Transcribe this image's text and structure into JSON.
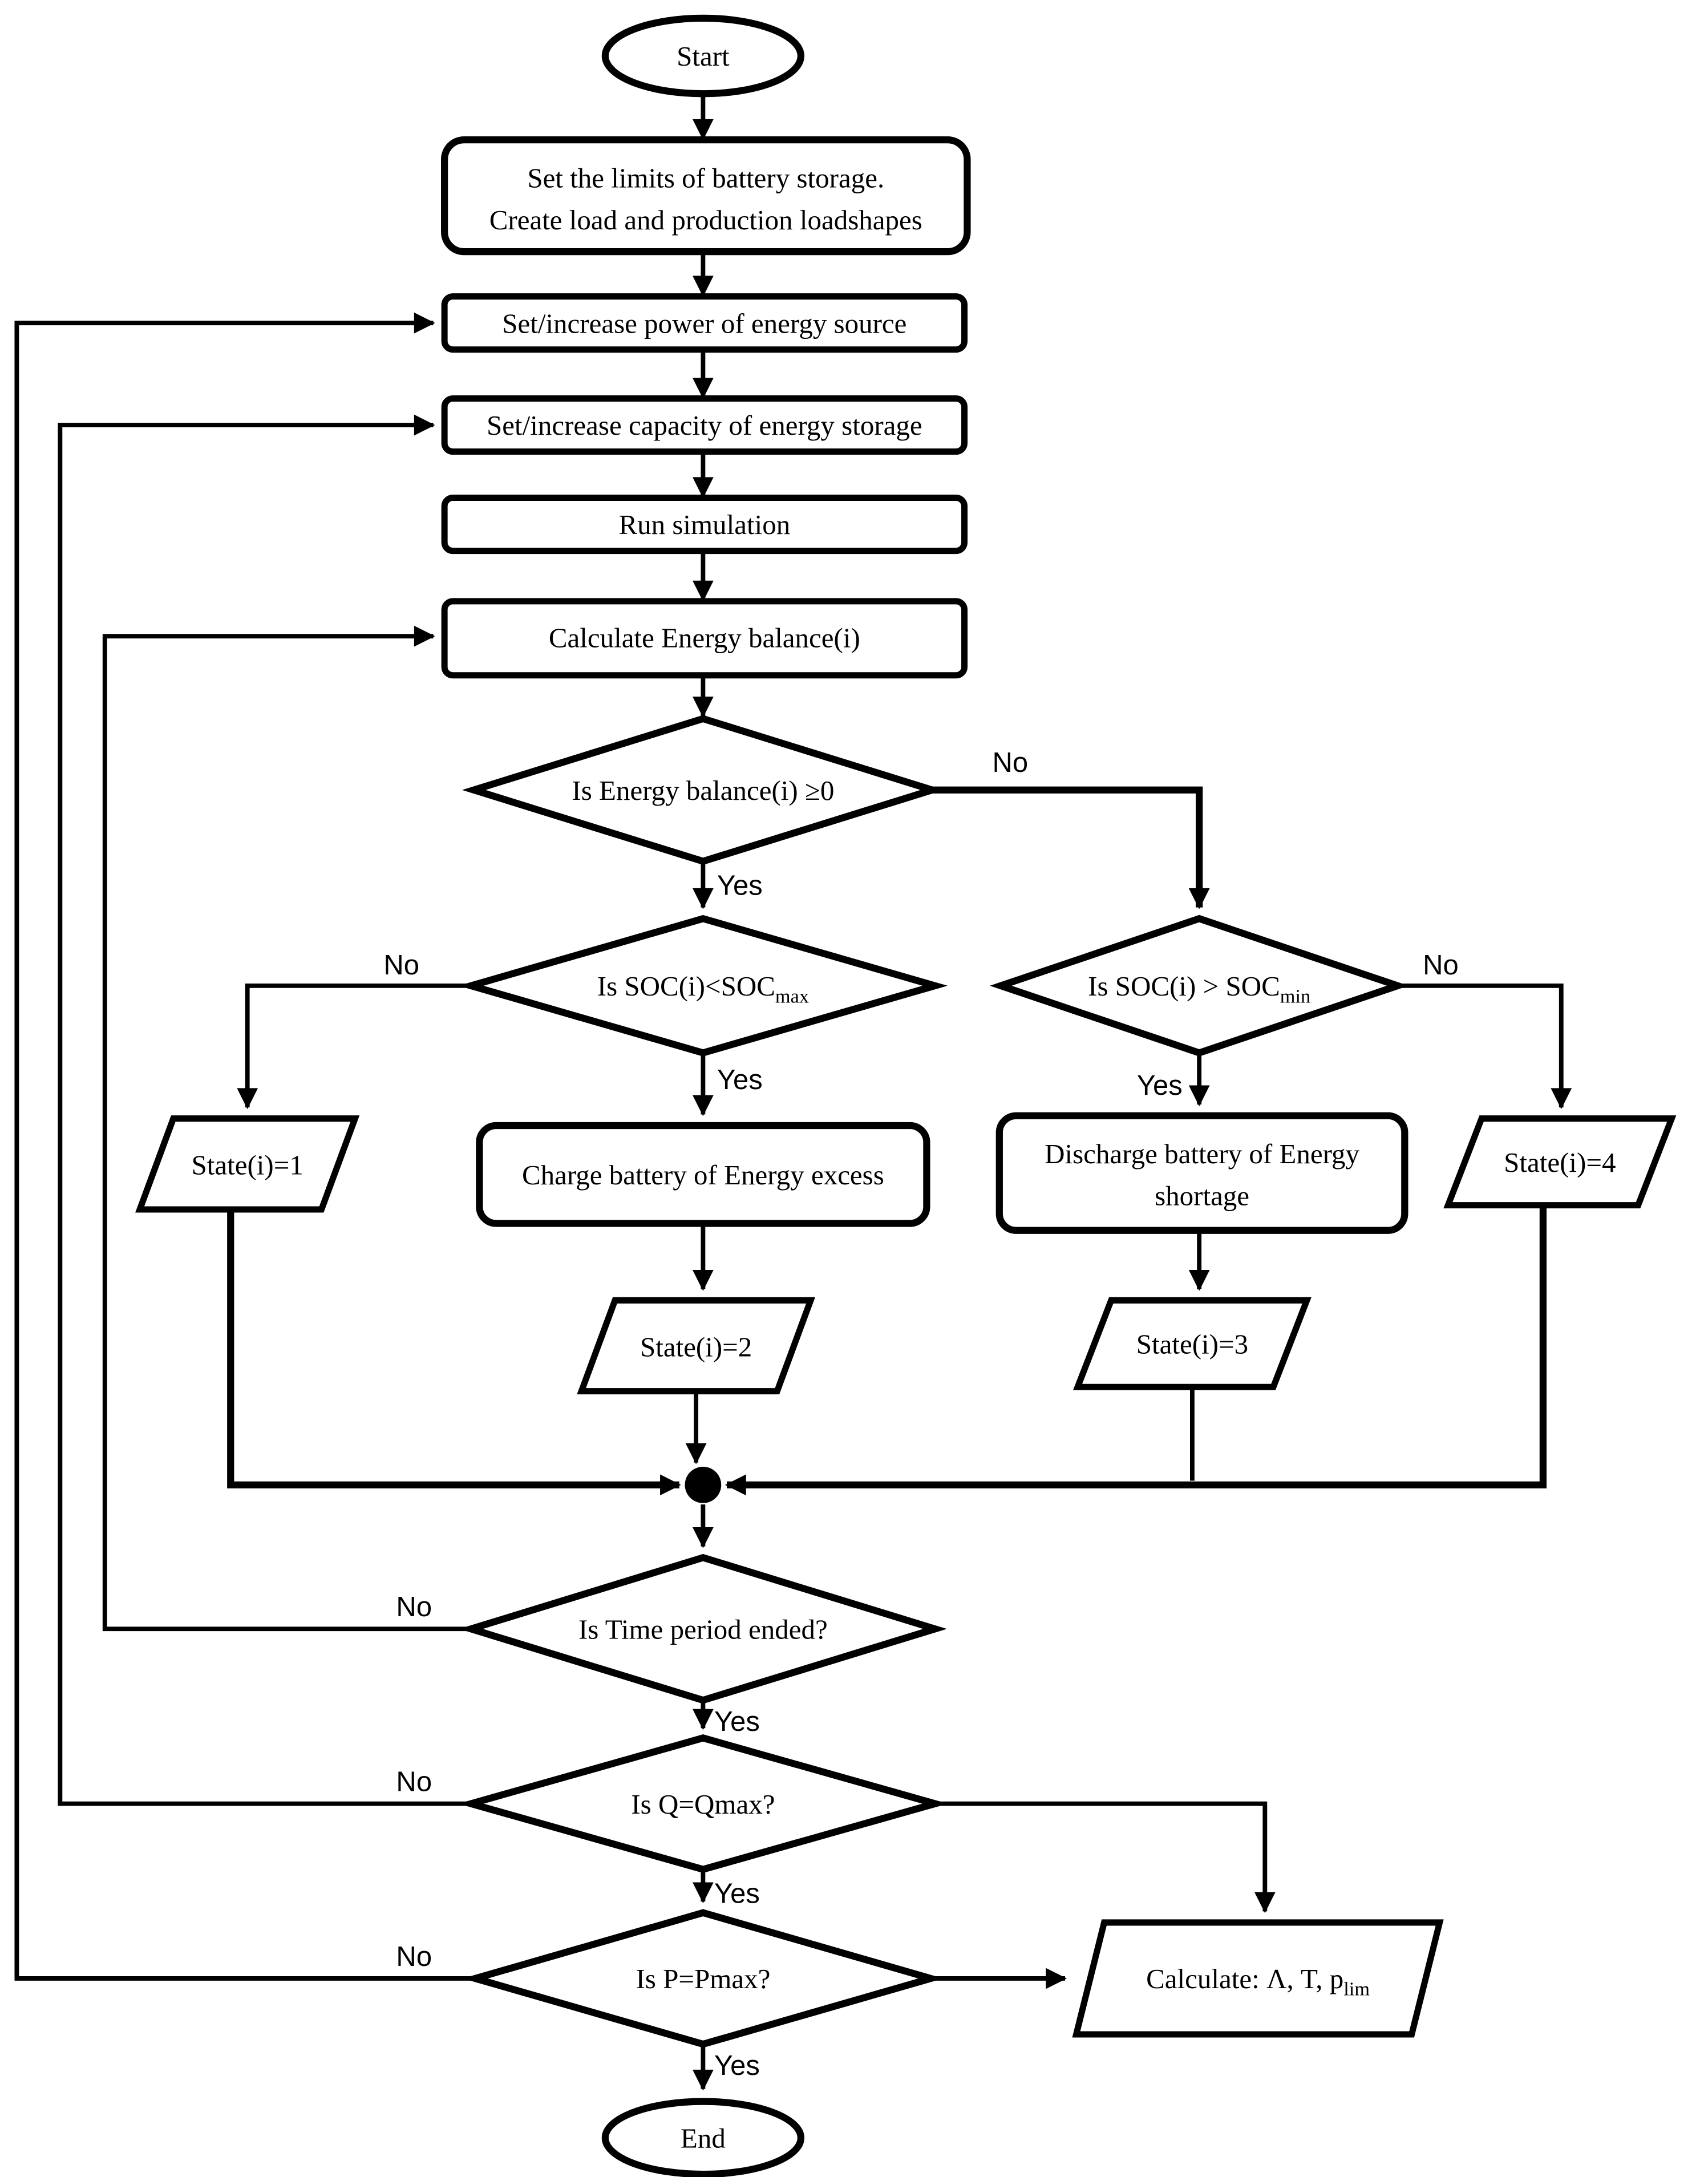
{
  "colors": {
    "stroke": "#000000",
    "background": "#ffffff"
  },
  "labels": {
    "yes": "Yes",
    "no": "No"
  },
  "nodes": {
    "start": {
      "label": "Start"
    },
    "init": {
      "line1": "Set the limits of battery storage.",
      "line2": "Create load and production loadshapes"
    },
    "set_power": {
      "label": "Set/increase power of energy source"
    },
    "set_capacity": {
      "label": "Set/increase capacity of energy storage"
    },
    "run_simulation": {
      "label": "Run simulation"
    },
    "calc_balance": {
      "label": "Calculate Energy balance(i)"
    },
    "d_balance": {
      "label": "Is Energy balance(i) ≥0"
    },
    "d_soc_max": {
      "pre": "Is SOC(i)<SOC",
      "sub": "max"
    },
    "d_soc_min": {
      "pre": "Is SOC(i) > SOC",
      "sub": "min"
    },
    "state1": {
      "label": "State(i)=1"
    },
    "charge": {
      "label": "Charge battery of Energy excess"
    },
    "discharge": {
      "line1": "Discharge battery of Energy",
      "line2": "shortage"
    },
    "state4": {
      "label": "State(i)=4"
    },
    "state2": {
      "label": "State(i)=2"
    },
    "state3": {
      "label": "State(i)=3"
    },
    "d_time": {
      "label": "Is Time period ended?"
    },
    "d_q": {
      "label": "Is Q=Qmax?"
    },
    "d_p": {
      "label": "Is P=Pmax?"
    },
    "calc_final": {
      "pre": "Calculate: Λ, T,  p",
      "sub": "lim"
    },
    "end": {
      "label": "End"
    }
  }
}
